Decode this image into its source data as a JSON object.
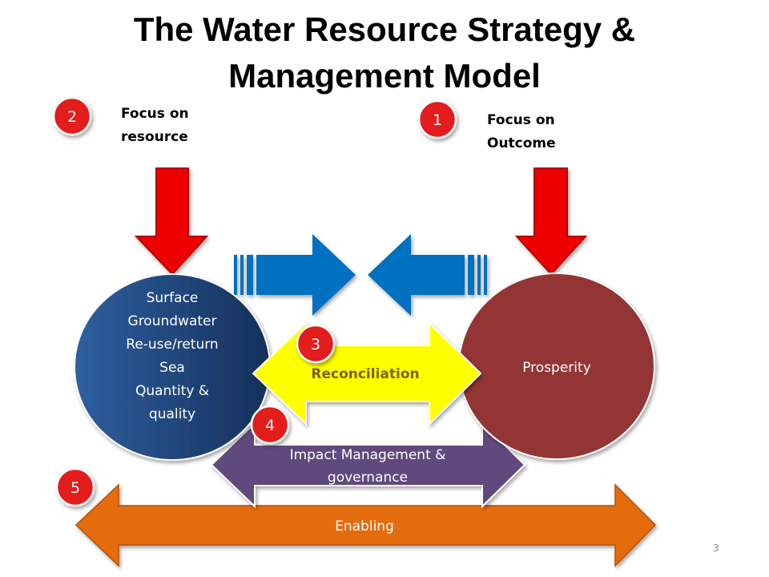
{
  "title_line1": "The Water Resource Strategy &",
  "title_line2": "Management Model",
  "focus_resource": {
    "line1": "Focus on",
    "line2": "resource",
    "badge": "2"
  },
  "focus_outcome": {
    "line1": "Focus on",
    "line2": "Outcome",
    "badge": "1"
  },
  "resource_circle": {
    "lines": [
      "Surface",
      "Groundwater",
      "Re-use/return",
      "Sea",
      "Quantity &",
      "quality"
    ]
  },
  "prosperity_circle": {
    "label": "Prosperity"
  },
  "reconciliation": {
    "label": "Reconciliation",
    "badge": "3"
  },
  "impact": {
    "line1": "Impact Management &",
    "line2": "governance",
    "badge": "4"
  },
  "enabling": {
    "label": "Enabling",
    "badge": "5"
  },
  "page_number": "3",
  "colors": {
    "red_arrow": "#ee0000",
    "blue_arrow": "#0070c0",
    "resource_circle": "#1f4e79",
    "prosperity_circle": "#943634",
    "reconciliation": "#ffff00",
    "impact": "#604a7b",
    "enabling": "#e46c0a",
    "badge": "#e31b1b"
  }
}
